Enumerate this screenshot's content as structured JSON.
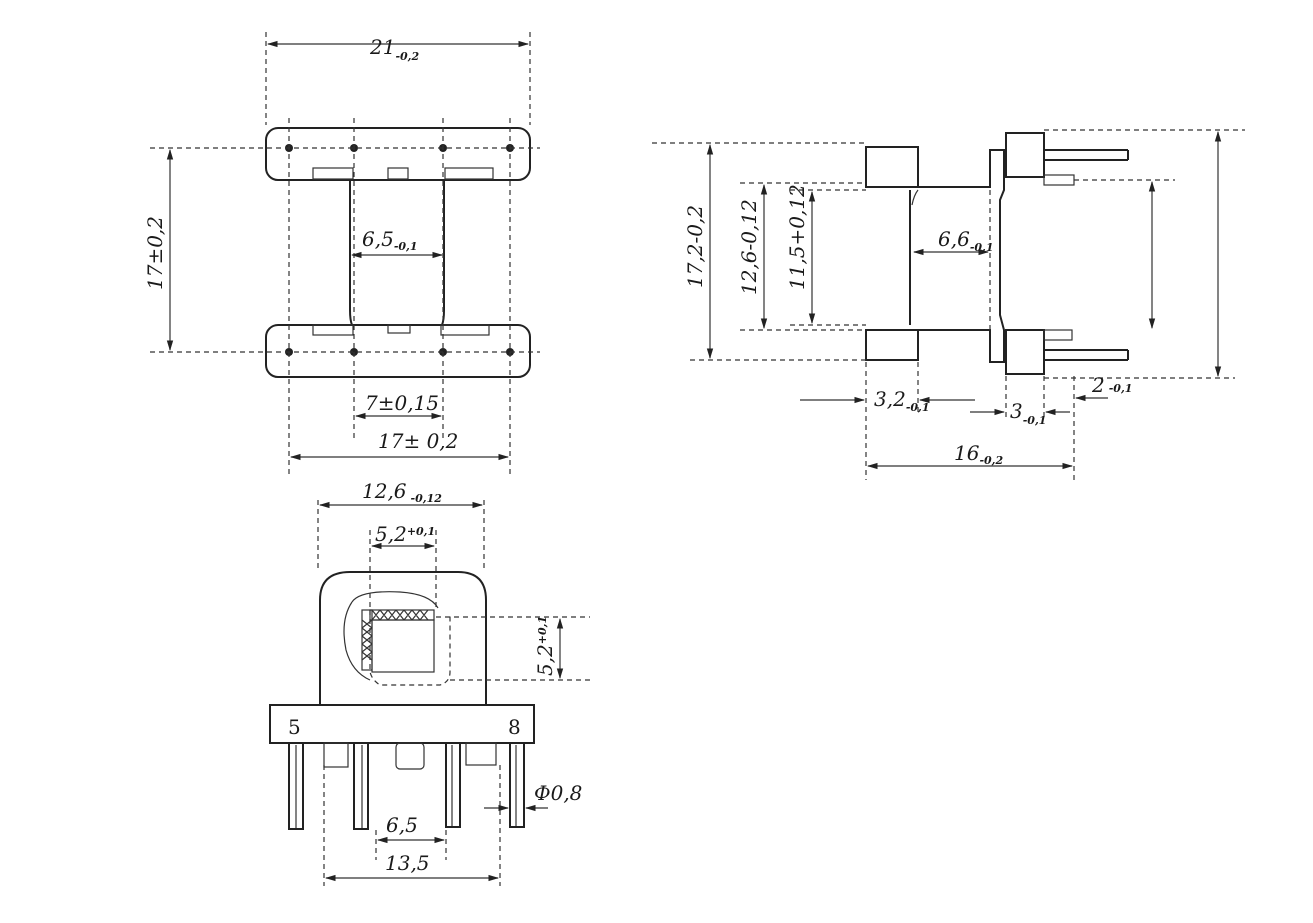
{
  "top_view": {
    "overall_width": {
      "main": "21",
      "tol": "-0,2"
    },
    "height": {
      "text": "17±0,2"
    },
    "core_width": {
      "main": "6,5",
      "tol": "-0,1"
    },
    "pin_pitch": {
      "text": "7±0,15"
    },
    "pin_span": {
      "text": "17± 0,2"
    }
  },
  "side_view": {
    "height": {
      "text": "17,2-0,2"
    },
    "flange_inner": {
      "text": "12,6-0,12"
    },
    "window": {
      "text": "11,5+0,12"
    },
    "core": {
      "main": "6,6",
      "tol": "-0,1"
    },
    "flange_thick": {
      "main": "3,2",
      "tol": "-0,1"
    },
    "pin_offset": {
      "main": "3",
      "tol": "-0,1"
    },
    "pin_len": {
      "main": "2",
      "tol": "-0,1"
    },
    "depth": {
      "main": "16",
      "tol": "-0,2"
    }
  },
  "front_view": {
    "width": {
      "main": "12,6",
      "tol": "-0,12"
    },
    "hole_w": {
      "main": "5,2",
      "tol": "+0,1"
    },
    "hole_h": {
      "main": "5,2",
      "tol": "+0,1"
    },
    "pin_label_left": "5",
    "pin_label_right": "8",
    "pin_diameter": "Ф0,8",
    "inner_span": "6,5",
    "outer_span": "13,5"
  }
}
